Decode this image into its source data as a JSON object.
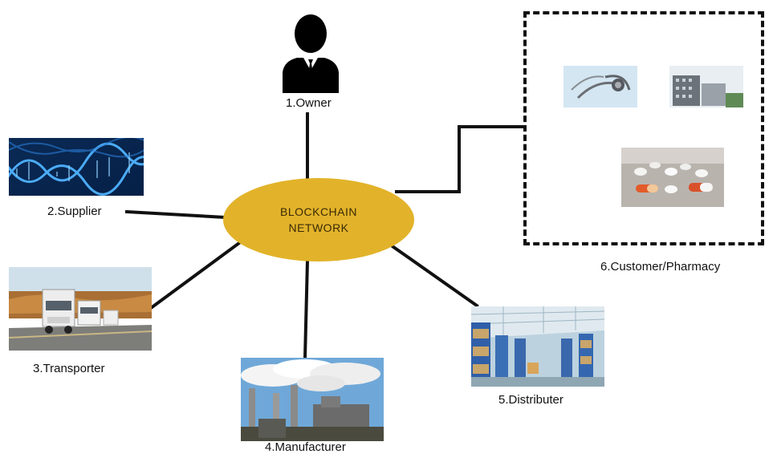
{
  "center": {
    "line1": "BLOCKCHAIN",
    "line2": "NETWORK",
    "color": "#e2b32a"
  },
  "nodes": {
    "owner": {
      "label": "1.Owner",
      "icon": "person-icon"
    },
    "supplier": {
      "label": "2.Supplier",
      "image": "dna-image"
    },
    "transporter": {
      "label": "3.Transporter",
      "image": "trucks-image"
    },
    "manufacturer": {
      "label": "4.Manufacturer",
      "image": "factory-image"
    },
    "distributer": {
      "label": "5.Distributer",
      "image": "warehouse-image"
    },
    "customer": {
      "label": "6.Customer/Pharmacy",
      "images": [
        "stethoscope-image",
        "hospital-building-image",
        "pills-image"
      ]
    }
  }
}
